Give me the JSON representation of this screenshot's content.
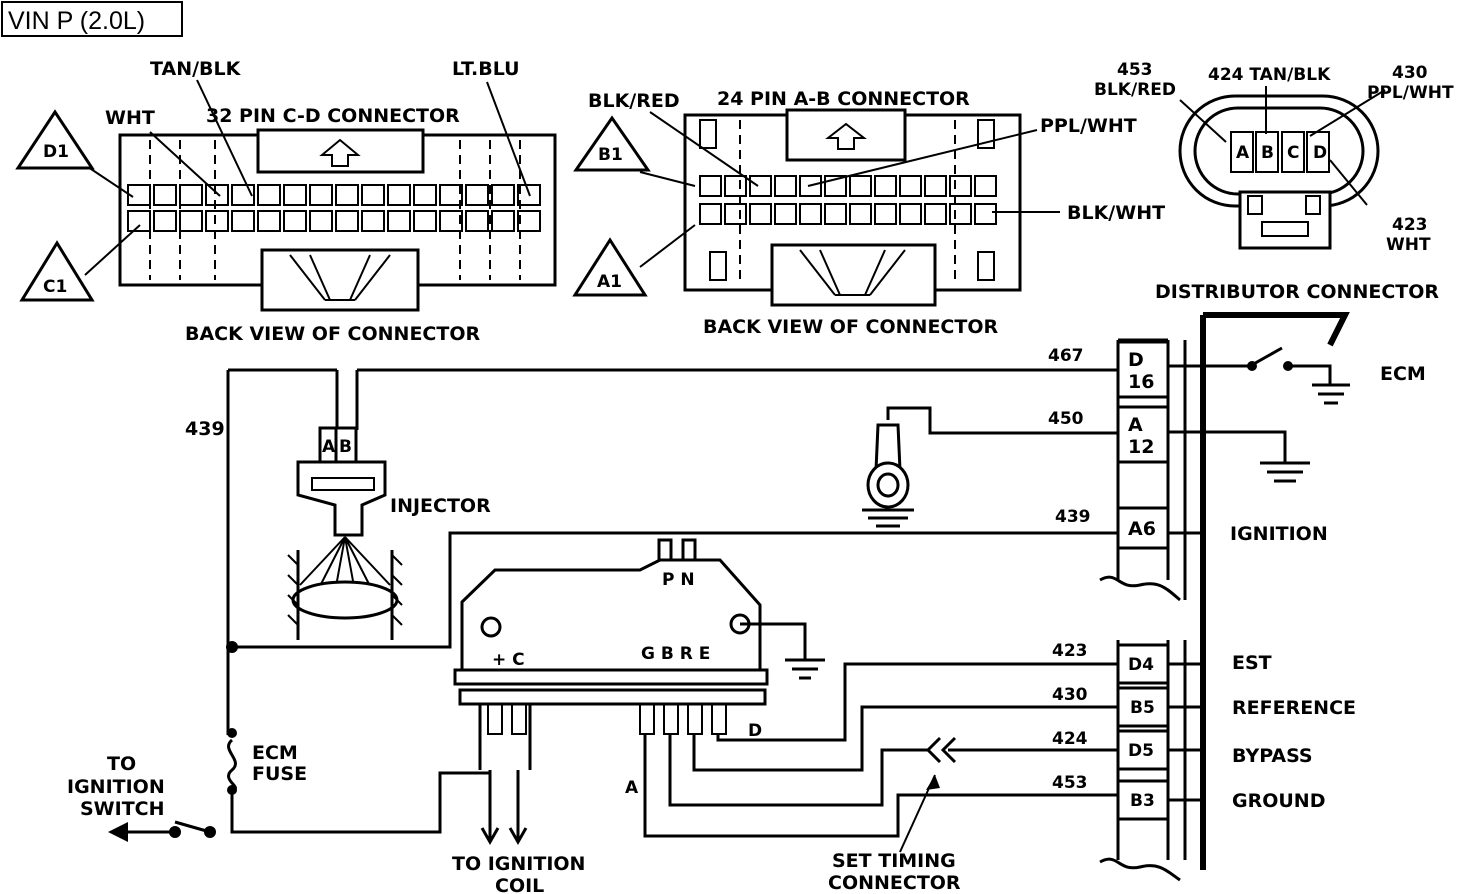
{
  "title": "VIN P (2.0L)",
  "connector_cd": {
    "name": "32 PIN C-D  CONNECTOR",
    "wire_top_left": "WHT",
    "wire_tan": "TAN/BLK",
    "wire_ltblu": "LT.BLU",
    "marker_top": "D1",
    "marker_bottom": "C1",
    "view": "BACK VIEW OF CONNECTOR"
  },
  "connector_ab": {
    "name": "24 PIN A-B  CONNECTOR",
    "wire_blkred": "BLK/RED",
    "wire_pplwht": "PPL/WHT",
    "wire_blkwht": "BLK/WHT",
    "marker_top": "B1",
    "marker_bottom": "A1",
    "view": "BACK VIEW OF CONNECTOR"
  },
  "distributor": {
    "label": "DISTRIBUTOR CONNECTOR",
    "w453": "453",
    "w453c": "BLK/RED",
    "w424": "424 TAN/BLK",
    "w430": "430",
    "w430c": "PPL/WHT",
    "w423": "423",
    "w423c": "WHT",
    "pins": [
      "A",
      "B",
      "C",
      "D"
    ]
  },
  "injector": {
    "label": "INJECTOR",
    "pin_a": "A",
    "pin_b": "B",
    "wire": "439"
  },
  "ecm": {
    "label": "ECM",
    "pins": [
      {
        "wire": "467",
        "p1": "D",
        "p2": "16"
      },
      {
        "wire": "450",
        "p1": "A",
        "p2": "12"
      },
      {
        "wire": "439",
        "p1": "A6",
        "signal": "IGNITION"
      },
      {
        "wire": "423",
        "p1": "D4",
        "signal": "EST"
      },
      {
        "wire": "430",
        "p1": "B5",
        "signal": "REFERENCE"
      },
      {
        "wire": "424",
        "p1": "D5",
        "signal": "BYPASS"
      },
      {
        "wire": "453",
        "p1": "B3",
        "signal": "GROUND"
      }
    ]
  },
  "module": {
    "terms_left": "+ C",
    "terms_right": "G B R E",
    "terms_top": "P N",
    "lead_a": "A",
    "lead_d": "D"
  },
  "fuse": {
    "line1": "ECM",
    "line2": "FUSE"
  },
  "ign_switch": {
    "line1": "TO",
    "line2": "IGNITION",
    "line3": "SWITCH"
  },
  "ign_coil": {
    "line1": "TO  IGNITION",
    "line2": "COIL"
  },
  "set_timing": {
    "line1": "SET TIMING",
    "line2": "CONNECTOR"
  }
}
